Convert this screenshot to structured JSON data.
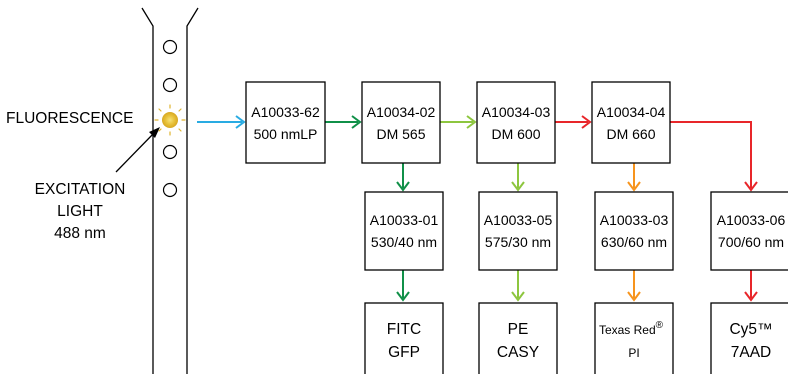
{
  "sample": {
    "fluorescence_label": "FLUORESCENCE",
    "excitation_line1": "EXCITATION",
    "excitation_line2": "LIGHT",
    "excitation_line3": "488 nm"
  },
  "filters": {
    "f0": {
      "line1": "A10033-62",
      "line2": "500 nmLP"
    },
    "dm1": {
      "line1": "A10034-02",
      "line2": "DM 565"
    },
    "dm2": {
      "line1": "A10034-03",
      "line2": "DM 600"
    },
    "dm3": {
      "line1": "A10034-04",
      "line2": "DM 660"
    },
    "bp1": {
      "line1": "A10033-01",
      "line2": "530/40 nm"
    },
    "bp2": {
      "line1": "A10033-05",
      "line2": "575/30 nm"
    },
    "bp3": {
      "line1": "A10033-03",
      "line2": "630/60 nm"
    },
    "bp4": {
      "line1": "A10033-06",
      "line2": "700/60 nm"
    }
  },
  "detectors": {
    "d1": {
      "line1": "FITC",
      "line2": "GFP"
    },
    "d2": {
      "line1": "PE",
      "line2": "CASY"
    },
    "d3": {
      "line1": "Texas Red",
      "reg": "®",
      "line2": "PI"
    },
    "d4": {
      "line1": "Cy5™",
      "line2": "7AAD"
    }
  },
  "colors": {
    "blue": "#29abe2",
    "dark_green": "#109048",
    "light_green": "#8dc63f",
    "red": "#e8262a",
    "orange": "#f7941d",
    "glow": "#f2c744"
  }
}
